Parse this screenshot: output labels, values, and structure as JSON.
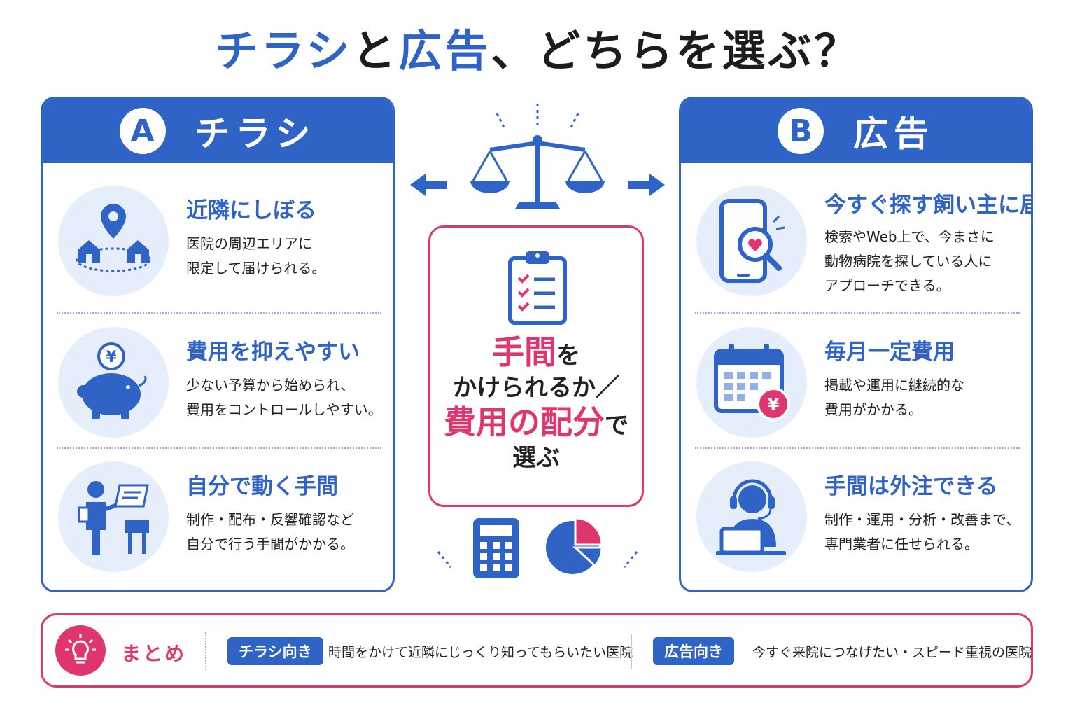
{
  "title": {
    "part1": "チラシ",
    "part2": "と",
    "part3": "広告",
    "part4": "、どちらを選ぶ？"
  },
  "colors": {
    "primary_blue": "#2f63c6",
    "accent_pink": "#e0366f",
    "light_blue": "#e6eefb"
  },
  "panel_a": {
    "letter": "A",
    "title": "チラシ",
    "items": [
      {
        "heading": "近隣にしぼる",
        "desc": "医院の周辺エリアに\n限定して届けられる。",
        "icon": "map-pin-houses-icon"
      },
      {
        "heading": "費用を抑えやすい",
        "desc": "少ない予算から始められ、\n費用をコントロールしやすい。",
        "icon": "piggy-bank-yen-icon"
      },
      {
        "heading": "自分で動く手間",
        "desc": "制作・配布・反響確認など\n自分で行う手間がかかる。",
        "icon": "person-presenting-icon"
      }
    ]
  },
  "panel_b": {
    "letter": "B",
    "title": "広告",
    "items": [
      {
        "heading": "今すぐ探す飼い主に届く",
        "desc": "検索やWeb上で、今まさに\n動物病院を探している人に\nアプローチできる。",
        "icon": "smartphone-search-heart-icon"
      },
      {
        "heading": "毎月一定費用",
        "desc": "掲載や運用に継続的な\n費用がかかる。",
        "icon": "calendar-yen-icon"
      },
      {
        "heading": "手間は外注できる",
        "desc": "制作・運用・分析・改善まで、\n専門業者に任せられる。",
        "icon": "headset-operator-icon"
      }
    ]
  },
  "center": {
    "line1_pink": "手間",
    "line1_dark": "を",
    "line2": "かけられるか／",
    "line3_pink": "費用の配分",
    "line3_dark": "で",
    "line4": "選ぶ",
    "icons": [
      "balance-scale-icon",
      "clipboard-checklist-icon",
      "calculator-icon",
      "pie-chart-icon"
    ]
  },
  "summary": {
    "label": "まとめ",
    "tag1": "チラシ向き",
    "text1": "時間をかけて近隣にじっくり知ってもらいたい医院",
    "tag2": "広告向き",
    "text2": "今すぐ来院につなげたい・スピード重視の医院"
  }
}
